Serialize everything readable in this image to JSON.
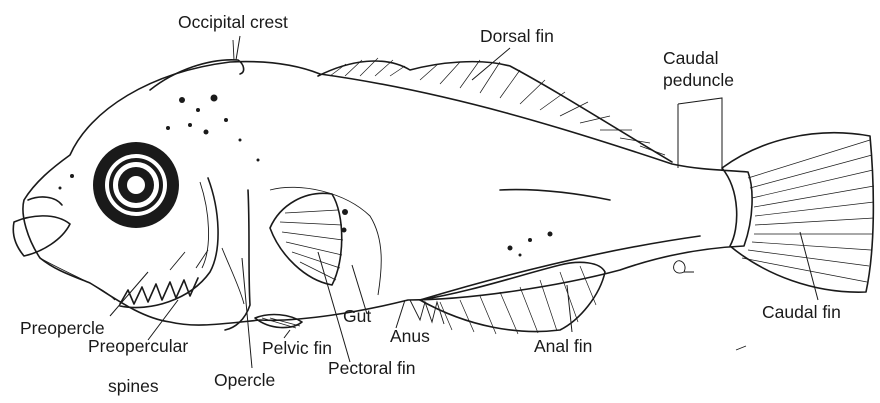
{
  "labels": {
    "occipital_crest": "Occipital crest",
    "dorsal_fin": "Dorsal fin",
    "caudal_peduncle_line1": "Caudal",
    "caudal_peduncle_line2": "peduncle",
    "caudal_fin": "Caudal fin",
    "anal_fin": "Anal fin",
    "anus": "Anus",
    "gut": "Gut",
    "pectoral_fin": "Pectoral fin",
    "pelvic_fin": "Pelvic fin",
    "opercle": "Opercle",
    "preopercular_spines_line1": "Preopercular",
    "preopercular_spines_line2": "spines",
    "preopercle": "Preopercle"
  },
  "colors": {
    "ink": "#1a1a1a",
    "background": "#ffffff"
  }
}
